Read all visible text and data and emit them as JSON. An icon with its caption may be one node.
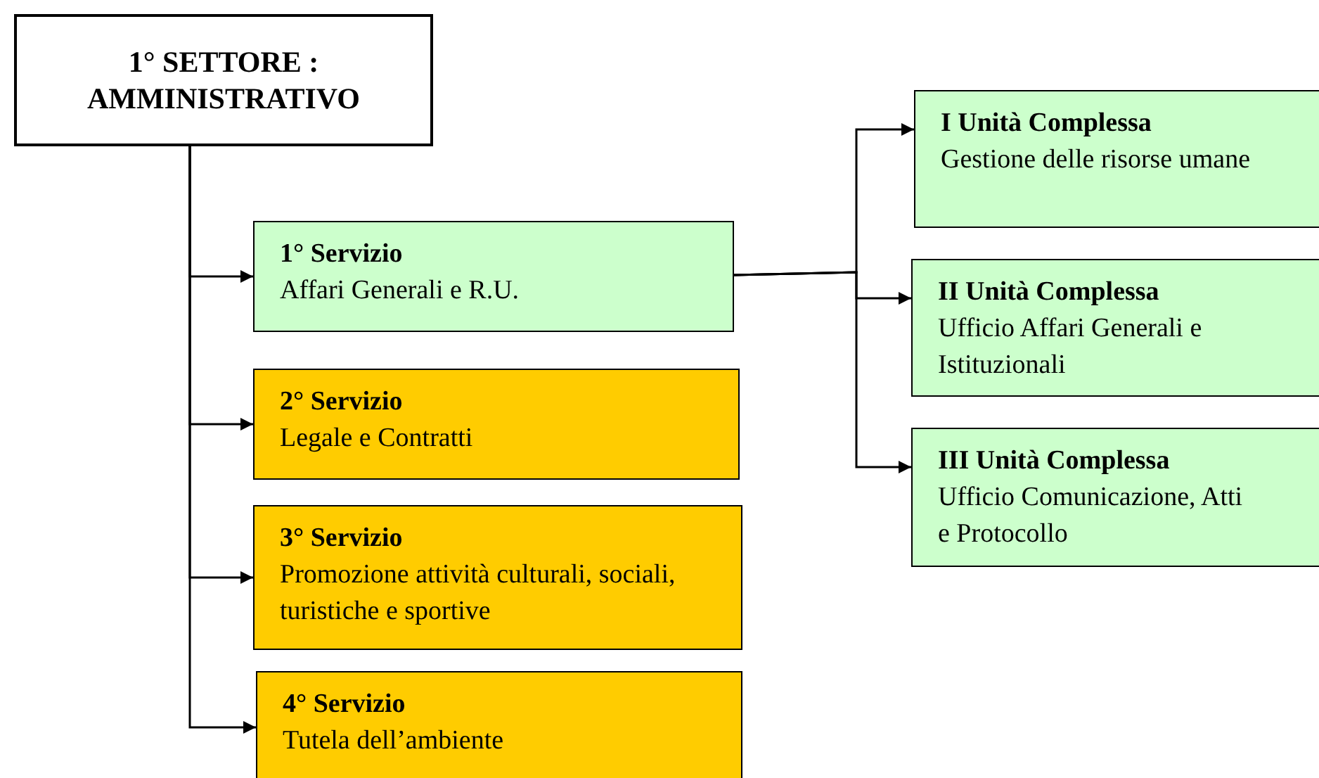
{
  "diagram": {
    "nodes": [
      {
        "text": [
          "1° SETTORE : AMMINISTRATIVO"
        ]
      },
      {
        "text": [
          "1° Servizio",
          "Affari Generali e R.U."
        ]
      },
      {
        "text": [
          "2° Servizio",
          "Legale e Contratti"
        ]
      },
      {
        "text": [
          "3° Servizio",
          "Promozione attività culturali, sociali, turistiche e sportive"
        ]
      },
      {
        "text": [
          "4° Servizio",
          "Tutela dell’ambiente"
        ]
      },
      {
        "text": [
          "I Unità Complessa",
          "Gestione delle risorse umane"
        ]
      },
      {
        "text": [
          "II Unità Complessa",
          "Ufficio Affari Generali e Istituzionali"
        ]
      },
      {
        "text": [
          "III Unità Complessa",
          "Ufficio Comunicazione, Atti e Protocollo"
        ]
      }
    ],
    "edges": [
      {
        "from": 0,
        "to": 1,
        "arrow": "to"
      },
      {
        "from": 0,
        "to": 2,
        "arrow": "to"
      },
      {
        "from": 0,
        "to": 3,
        "arrow": "to"
      },
      {
        "from": 0,
        "to": 4,
        "arrow": "to"
      },
      {
        "from": 1,
        "to": 5,
        "arrow": "to"
      },
      {
        "from": 1,
        "to": 6,
        "arrow": "to"
      },
      {
        "from": 1,
        "to": 7,
        "arrow": "to"
      }
    ]
  }
}
